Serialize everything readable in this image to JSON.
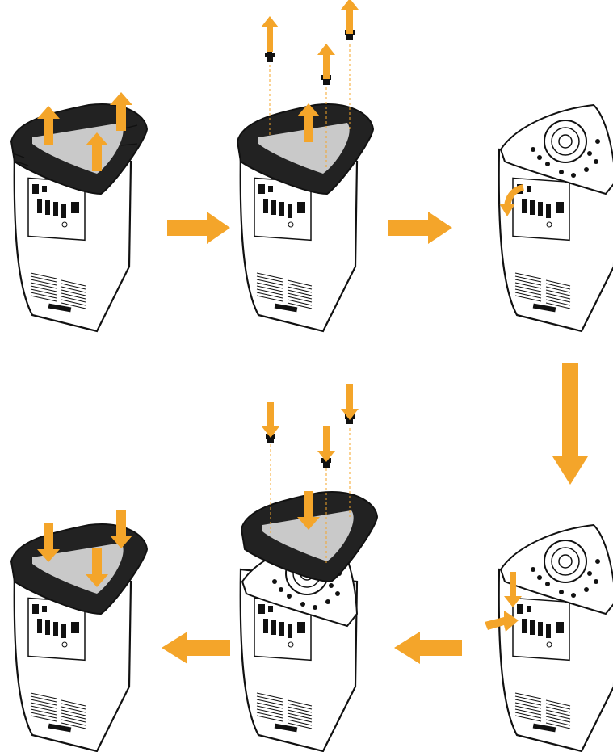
{
  "colors": {
    "accent": "#f4a52a",
    "outline": "#111111",
    "lid_panel": "#c9c9c9",
    "background": "#ffffff"
  },
  "steps": [
    {
      "id": "step-1",
      "action": "lift-lid",
      "arrows": "up"
    },
    {
      "id": "step-2",
      "action": "remove-screws",
      "arrows": "up"
    },
    {
      "id": "step-3",
      "action": "open-panel",
      "arrows": "curved"
    },
    {
      "id": "step-4",
      "action": "insert-module",
      "arrows": "in"
    },
    {
      "id": "step-5",
      "action": "replace-screws",
      "arrows": "down"
    },
    {
      "id": "step-6",
      "action": "close-lid",
      "arrows": "down"
    }
  ],
  "flow": [
    "right",
    "right",
    "down",
    "left",
    "left"
  ],
  "icons": [
    "screw-icon",
    "arrow-up-icon",
    "arrow-down-icon",
    "arrow-right-icon",
    "arrow-left-icon",
    "curved-arrow-icon"
  ]
}
